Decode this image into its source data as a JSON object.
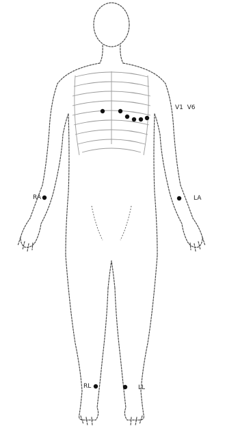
{
  "labels": {
    "chest_leads": "V1  V6",
    "right_arm": "RA",
    "left_arm": "LA",
    "right_leg": "RL",
    "left_leg": "LL"
  },
  "colors": {
    "outline": "#4a4a4a",
    "electrode": "#111111",
    "ribcage": "#9a9a9a"
  }
}
